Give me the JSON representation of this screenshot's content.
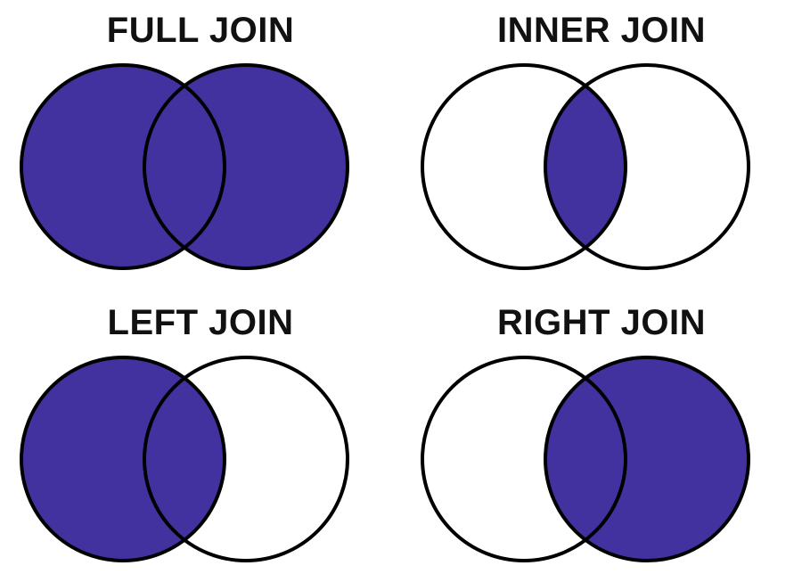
{
  "colors": {
    "fill": "#4232a0",
    "stroke": "#000000",
    "background": "#ffffff"
  },
  "panels": [
    {
      "title": "FULL JOIN",
      "shaded": [
        "left-only",
        "intersection",
        "right-only"
      ]
    },
    {
      "title": "INNER JOIN",
      "shaded": [
        "intersection"
      ]
    },
    {
      "title": "LEFT JOIN",
      "shaded": [
        "left-only",
        "intersection"
      ]
    },
    {
      "title": "RIGHT JOIN",
      "shaded": [
        "intersection",
        "right-only"
      ]
    }
  ]
}
